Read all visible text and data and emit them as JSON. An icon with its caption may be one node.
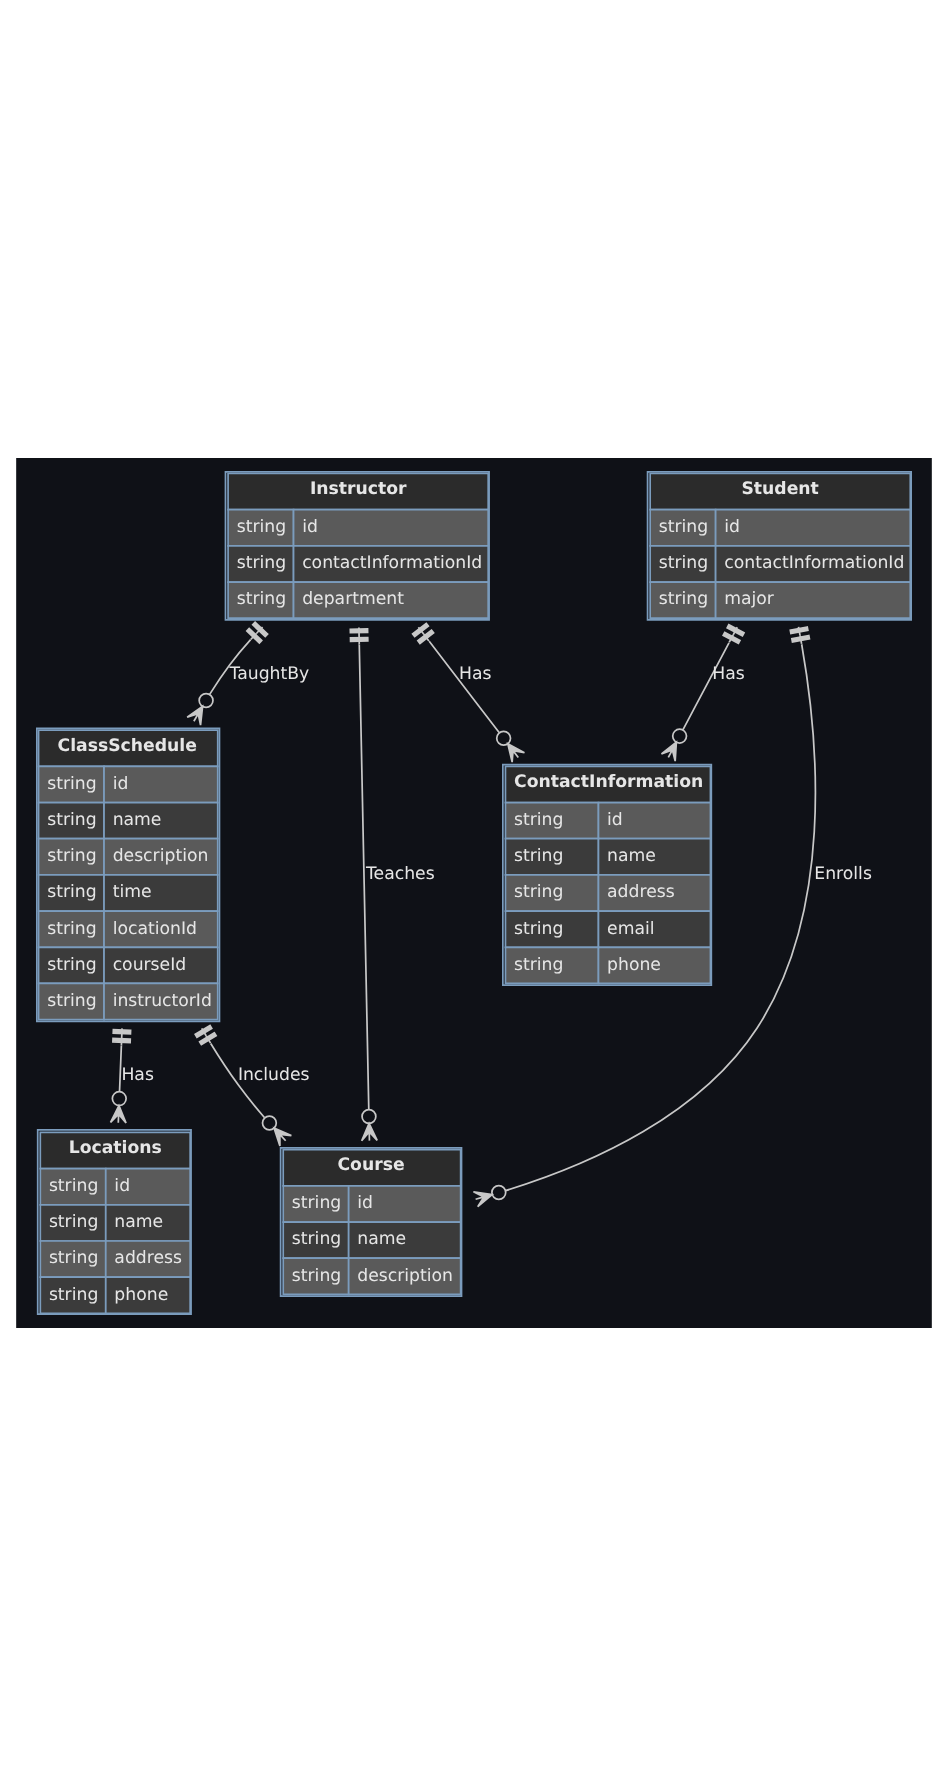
{
  "diagram": {
    "nodes": [
      {
        "text": [
          "ContactInformation",
          "string",
          "id",
          "string",
          "name",
          "string",
          "address",
          "string",
          "email",
          "string",
          "phone"
        ]
      },
      {
        "text": [
          "Student",
          "string",
          "id",
          "string",
          "contactInformationId",
          "string",
          "major"
        ]
      },
      {
        "text": [
          "Locations",
          "string",
          "id",
          "string",
          "name",
          "string",
          "address",
          "string",
          "phone"
        ]
      },
      {
        "text": [
          "Course",
          "string",
          "id",
          "string",
          "name",
          "string",
          "description"
        ]
      },
      {
        "text": [
          "ClassSchedule",
          "string",
          "id",
          "string",
          "name",
          "string",
          "description",
          "string",
          "time",
          "string",
          "locationId",
          "string",
          "courseId",
          "string",
          "instructorId"
        ]
      },
      {
        "text": [
          "Instructor",
          "string",
          "id",
          "string",
          "contactInformationId",
          "string",
          "department"
        ]
      }
    ],
    "edges": [
      {
        "from": 1,
        "to": 0,
        "arrow": "other",
        "label": "Has"
      },
      {
        "from": 5,
        "to": 0,
        "arrow": "other",
        "label": "Has"
      },
      {
        "from": 1,
        "to": 3,
        "arrow": "other",
        "label": "Enrolls"
      },
      {
        "from": 4,
        "to": 2,
        "arrow": "other",
        "label": "Has"
      },
      {
        "from": 4,
        "to": 3,
        "arrow": "other",
        "label": "Includes"
      },
      {
        "from": 5,
        "to": 4,
        "arrow": "other",
        "label": "TaughtBy"
      },
      {
        "from": 5,
        "to": 3,
        "arrow": "other",
        "label": "Teaches"
      }
    ]
  }
}
